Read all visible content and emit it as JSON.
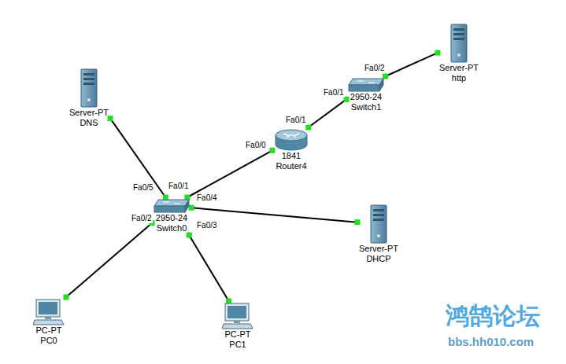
{
  "diagram": {
    "nodes": [
      {
        "text": [
          "Server-PT",
          "http"
        ]
      },
      {
        "text": [
          "Server-PT",
          "DNS"
        ]
      },
      {
        "text": [
          "2950-24",
          "Switch1"
        ]
      },
      {
        "text": [
          "1841",
          "Router4"
        ]
      },
      {
        "text": [
          "2950-24",
          "Switch0"
        ]
      },
      {
        "text": [
          "Server-PT",
          "DHCP"
        ]
      },
      {
        "text": [
          "PC-PT",
          "PC0"
        ]
      },
      {
        "text": [
          "PC-PT",
          "PC1"
        ]
      }
    ],
    "edges": [
      {
        "from": 2,
        "to": 0,
        "arrow": "none"
      },
      {
        "from": 3,
        "to": 2,
        "arrow": "none"
      },
      {
        "from": 4,
        "to": 3,
        "arrow": "none"
      },
      {
        "from": 4,
        "to": 1,
        "arrow": "none"
      },
      {
        "from": 4,
        "to": 5,
        "arrow": "none"
      },
      {
        "from": 4,
        "to": 6,
        "arrow": "none"
      },
      {
        "from": 4,
        "to": 7,
        "arrow": "none"
      }
    ],
    "labels": [
      "Fa0/2",
      "Fa0/1",
      "Fa0/1",
      "Fa0/0",
      "Fa0/5",
      "Fa0/1",
      "Fa0/4",
      "Fa0/2",
      "Fa0/3",
      "鸿鹄论坛",
      "bbs.hh010.com"
    ]
  }
}
